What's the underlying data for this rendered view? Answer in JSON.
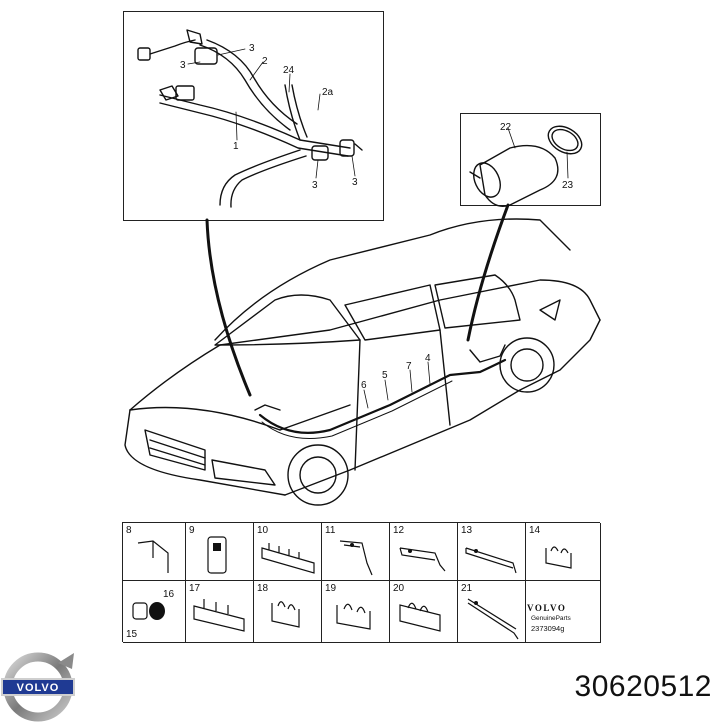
{
  "detail_top": {
    "callouts": [
      "3",
      "3",
      "2",
      "24",
      "2a",
      "1",
      "3",
      "3"
    ]
  },
  "detail_filter": {
    "callouts": [
      "22",
      "23"
    ]
  },
  "car": {
    "callouts": [
      "6",
      "5",
      "7",
      "4"
    ]
  },
  "parts_grid": {
    "row1": [
      "8",
      "9",
      "10",
      "11",
      "12",
      "13",
      "14"
    ],
    "row2": [
      "16",
      "15",
      "17",
      "18",
      "19",
      "20",
      "21"
    ]
  },
  "brand": {
    "logo_text": "VOLVO",
    "small_logo_text": "VOLVO",
    "genuine_parts": "GenuineParts",
    "ref_code": "2373094g"
  },
  "part_number": "30620512",
  "colors": {
    "line": "#111111",
    "background": "#ffffff"
  }
}
